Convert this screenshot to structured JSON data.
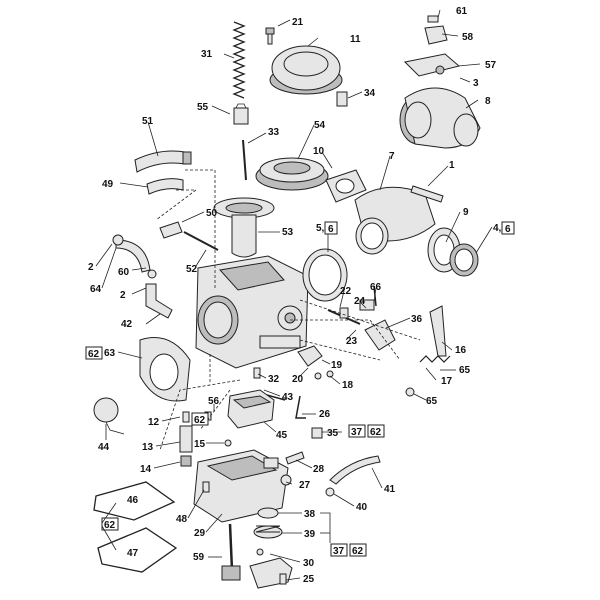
{
  "callouts": [
    {
      "id": "c61",
      "text": "61"
    },
    {
      "id": "c21",
      "text": "21"
    },
    {
      "id": "c11",
      "text": "11"
    },
    {
      "id": "c58",
      "text": "58"
    },
    {
      "id": "c31",
      "text": "31"
    },
    {
      "id": "c57",
      "text": "57"
    },
    {
      "id": "c3",
      "text": "3"
    },
    {
      "id": "c34",
      "text": "34"
    },
    {
      "id": "c8",
      "text": "8"
    },
    {
      "id": "c55",
      "text": "55"
    },
    {
      "id": "c51",
      "text": "51"
    },
    {
      "id": "c33",
      "text": "33"
    },
    {
      "id": "c54",
      "text": "54"
    },
    {
      "id": "c10",
      "text": "10"
    },
    {
      "id": "c7",
      "text": "7"
    },
    {
      "id": "c1",
      "text": "1"
    },
    {
      "id": "c49",
      "text": "49"
    },
    {
      "id": "c50",
      "text": "50"
    },
    {
      "id": "c53",
      "text": "53"
    },
    {
      "id": "c5",
      "text": "5,"
    },
    {
      "id": "c9",
      "text": "9"
    },
    {
      "id": "c4",
      "text": "4,"
    },
    {
      "id": "c2a",
      "text": "2"
    },
    {
      "id": "c60",
      "text": "60"
    },
    {
      "id": "c64",
      "text": "64"
    },
    {
      "id": "c52",
      "text": "52"
    },
    {
      "id": "c2b",
      "text": "2"
    },
    {
      "id": "c66",
      "text": "66"
    },
    {
      "id": "c22",
      "text": "22"
    },
    {
      "id": "c24",
      "text": "24"
    },
    {
      "id": "c42",
      "text": "42"
    },
    {
      "id": "c36",
      "text": "36"
    },
    {
      "id": "c23",
      "text": "23"
    },
    {
      "id": "c16",
      "text": "16"
    },
    {
      "id": "c63",
      "text": "63"
    },
    {
      "id": "c19",
      "text": "19"
    },
    {
      "id": "c17",
      "text": "17"
    },
    {
      "id": "c65a",
      "text": "65"
    },
    {
      "id": "c20",
      "text": "20"
    },
    {
      "id": "c18",
      "text": "18"
    },
    {
      "id": "c32",
      "text": "32"
    },
    {
      "id": "c65b",
      "text": "65"
    },
    {
      "id": "c43",
      "text": "43"
    },
    {
      "id": "c56",
      "text": "56"
    },
    {
      "id": "c26",
      "text": "26"
    },
    {
      "id": "c12",
      "text": "12"
    },
    {
      "id": "c44",
      "text": "44"
    },
    {
      "id": "c45",
      "text": "45"
    },
    {
      "id": "c35",
      "text": "35"
    },
    {
      "id": "c13",
      "text": "13"
    },
    {
      "id": "c15",
      "text": "15"
    },
    {
      "id": "c14",
      "text": "14"
    },
    {
      "id": "c28",
      "text": "28"
    },
    {
      "id": "c41",
      "text": "41"
    },
    {
      "id": "c27",
      "text": "27"
    },
    {
      "id": "c46",
      "text": "46"
    },
    {
      "id": "c40",
      "text": "40"
    },
    {
      "id": "c48",
      "text": "48"
    },
    {
      "id": "c38",
      "text": "38"
    },
    {
      "id": "c29",
      "text": "29"
    },
    {
      "id": "c39",
      "text": "39"
    },
    {
      "id": "c47",
      "text": "47"
    },
    {
      "id": "c59",
      "text": "59"
    },
    {
      "id": "c30",
      "text": "30"
    },
    {
      "id": "c25",
      "text": "25"
    }
  ],
  "boxed": [
    {
      "id": "b6a",
      "text": "6"
    },
    {
      "id": "b6b",
      "text": "6"
    },
    {
      "id": "b62a",
      "text": "62"
    },
    {
      "id": "b62b",
      "text": "62"
    },
    {
      "id": "b37a",
      "text": "37"
    },
    {
      "id": "b62c",
      "text": "62"
    },
    {
      "id": "b62d",
      "text": "62"
    },
    {
      "id": "b37b",
      "text": "37"
    },
    {
      "id": "b62e",
      "text": "62"
    }
  ]
}
